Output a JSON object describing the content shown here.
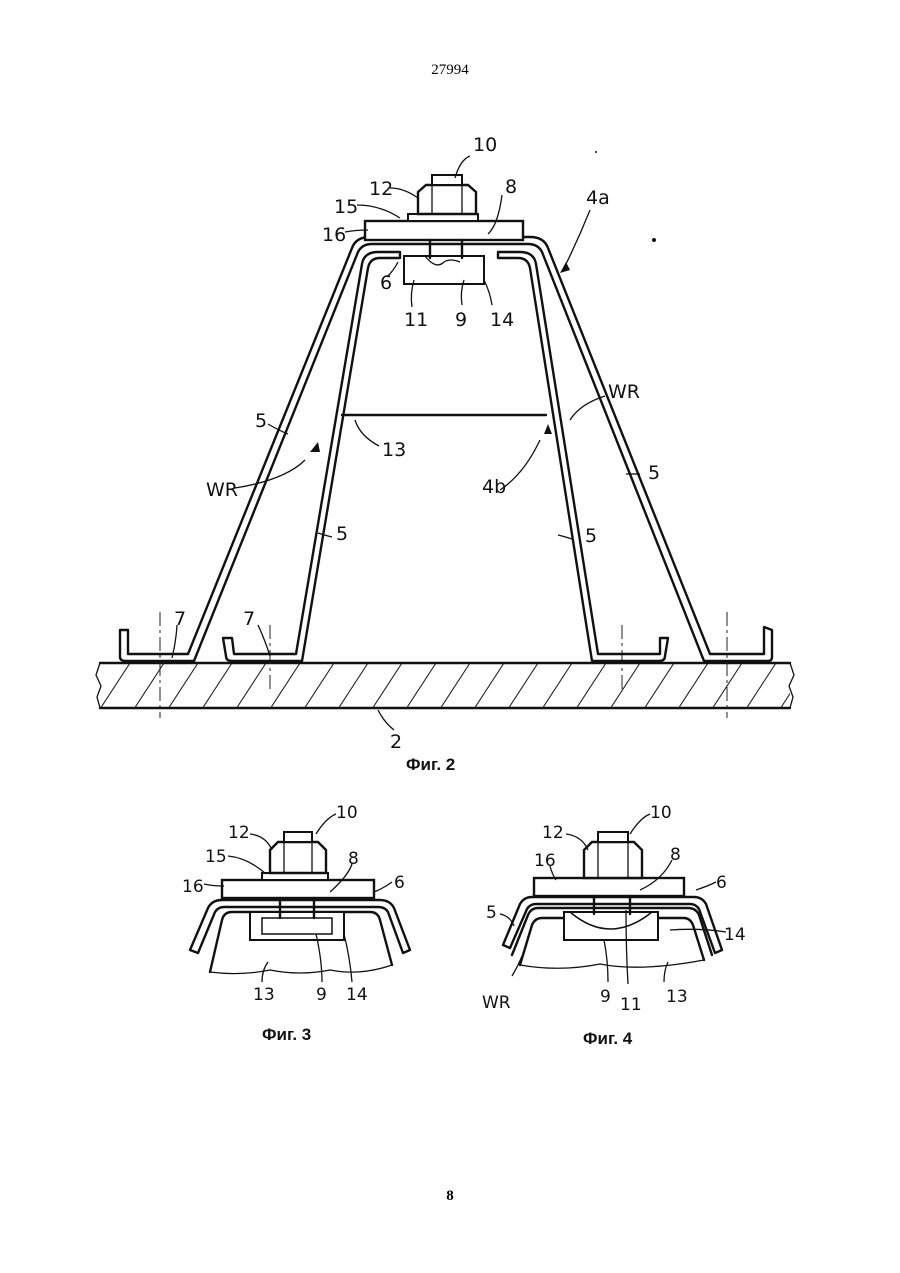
{
  "document": {
    "number": "27994",
    "page": "8"
  },
  "figures": [
    {
      "caption": "Фиг. 2",
      "labels": {
        "10": "10",
        "12": "12",
        "15": "15",
        "16": "16",
        "8": "8",
        "4a": "4a",
        "6": "6",
        "11": "11",
        "9": "9",
        "14": "14",
        "13": "13",
        "4b": "4b",
        "wr_right": "WR",
        "wr_left": "WR",
        "5_left_outer": "5",
        "5_left_inner": "5",
        "5_right_inner": "5",
        "5_right_outer": "5",
        "7_left": "7",
        "7_mid": "7",
        "2": "2"
      }
    },
    {
      "caption": "Фиг. 3",
      "labels": {
        "10": "10",
        "12": "12",
        "15": "15",
        "16": "16",
        "8": "8",
        "6": "6",
        "13": "13",
        "9": "9",
        "14": "14"
      }
    },
    {
      "caption": "Фиг. 4",
      "labels": {
        "10": "10",
        "12": "12",
        "16": "16",
        "8": "8",
        "6": "6",
        "5": "5",
        "14": "14",
        "wr": "WR",
        "9": "9",
        "11": "11",
        "13": "13"
      }
    }
  ]
}
